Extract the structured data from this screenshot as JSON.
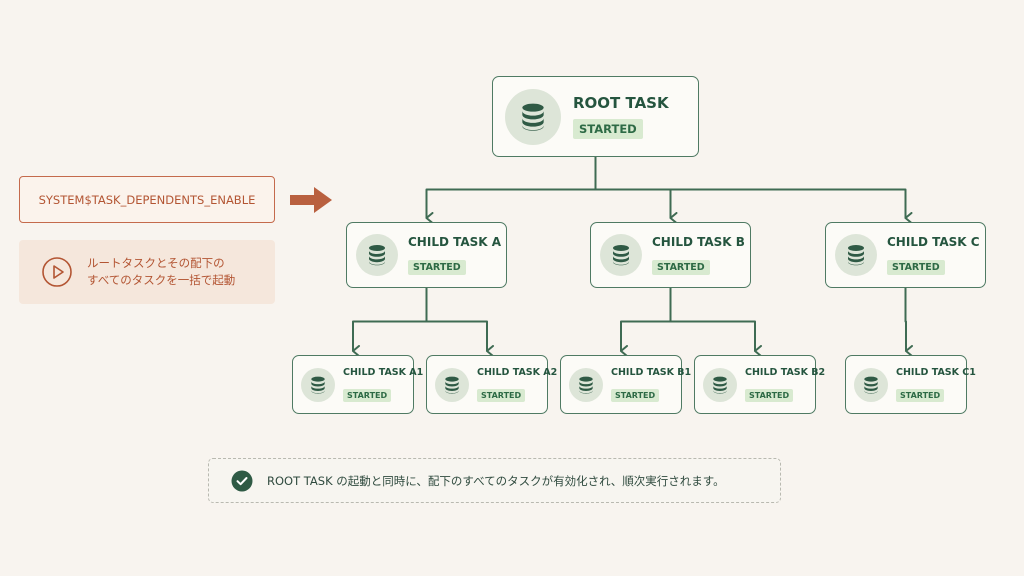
{
  "diagram": {
    "command": "SYSTEM$TASK_DEPENDENTS_ENABLE",
    "description_lines": [
      "ルートタスクとその配下の",
      "すべてのタスクを一括で起動"
    ],
    "note": "ROOT TASK の起動と同時に、配下のすべてのタスクが有効化され、順次実行されます。",
    "colors": {
      "node_border": "#4f7a63",
      "title": "#25553f",
      "badge_bg": "#d8ead0",
      "badge_text": "#2d6a45",
      "edge": "#3f6b53",
      "accent": "#b35533",
      "arrow": "#b9603f"
    },
    "icons": {
      "task": "database-icon",
      "command": "arrow-right-icon",
      "description": "play-circle-icon",
      "note": "check-circle-icon"
    },
    "nodes": [
      {
        "id": "root",
        "title": "ROOT TASK",
        "status": "STARTED",
        "level": 0
      },
      {
        "id": "a",
        "title": "CHILD TASK A",
        "status": "STARTED",
        "level": 1
      },
      {
        "id": "b",
        "title": "CHILD TASK B",
        "status": "STARTED",
        "level": 1
      },
      {
        "id": "c",
        "title": "CHILD TASK C",
        "status": "STARTED",
        "level": 1
      },
      {
        "id": "a1",
        "title": "CHILD TASK A1",
        "status": "STARTED",
        "level": 2
      },
      {
        "id": "a2",
        "title": "CHILD TASK A2",
        "status": "STARTED",
        "level": 2
      },
      {
        "id": "b1",
        "title": "CHILD TASK B1",
        "status": "STARTED",
        "level": 2
      },
      {
        "id": "b2",
        "title": "CHILD TASK B2",
        "status": "STARTED",
        "level": 2
      },
      {
        "id": "c1",
        "title": "CHILD TASK C1",
        "status": "STARTED",
        "level": 2
      }
    ],
    "edges": [
      {
        "from": "root",
        "to": "a"
      },
      {
        "from": "root",
        "to": "b"
      },
      {
        "from": "root",
        "to": "c"
      },
      {
        "from": "a",
        "to": "a1"
      },
      {
        "from": "a",
        "to": "a2"
      },
      {
        "from": "b",
        "to": "b1"
      },
      {
        "from": "b",
        "to": "b2"
      },
      {
        "from": "c",
        "to": "c1"
      }
    ]
  }
}
